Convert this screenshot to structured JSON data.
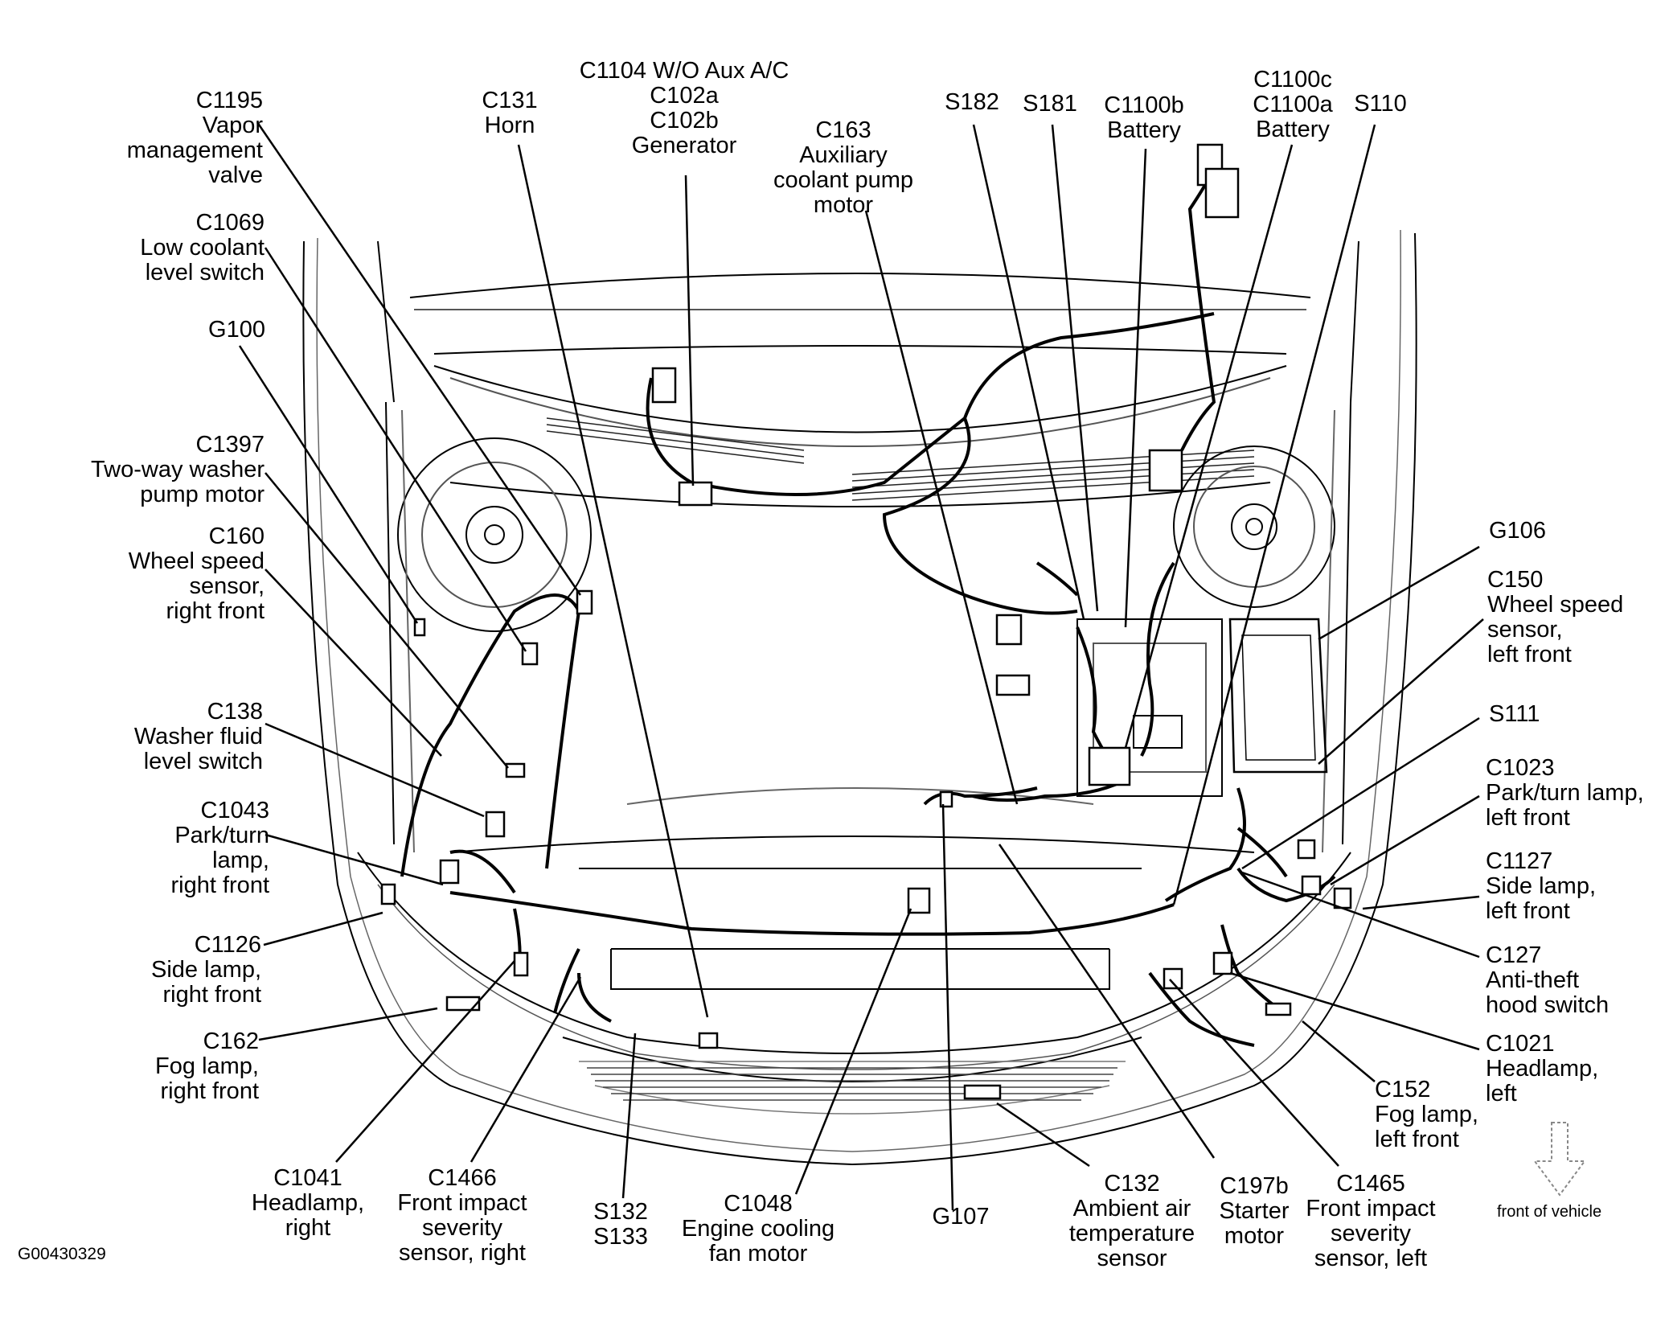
{
  "figure_id": "G00430329",
  "orientation_label": "front of vehicle",
  "labels": {
    "c1195": [
      "C1195",
      "Vapor",
      "management",
      "valve"
    ],
    "c131": [
      "C131",
      "Horn"
    ],
    "c1104": [
      "C1104 W/O Aux A/C",
      "C102a",
      "C102b",
      "Generator"
    ],
    "c163": [
      "C163",
      "Auxiliary",
      "coolant pump",
      "motor"
    ],
    "s182": [
      "S182"
    ],
    "s181": [
      "S181"
    ],
    "c1100b": [
      "C1100b",
      "Battery"
    ],
    "c1100c": [
      "C1100c",
      "C1100a",
      "Battery"
    ],
    "s110": [
      "S110"
    ],
    "c1069": [
      "C1069",
      "Low coolant",
      "level switch"
    ],
    "g100": [
      "G100"
    ],
    "c1397": [
      "C1397",
      "Two-way washer",
      "pump motor"
    ],
    "c160": [
      "C160",
      "Wheel speed",
      "sensor,",
      "right front"
    ],
    "c138": [
      "C138",
      "Washer fluid",
      "level switch"
    ],
    "c1043": [
      "C1043",
      "Park/turn",
      "lamp,",
      "right front"
    ],
    "c1126": [
      "C1126",
      "Side lamp,",
      "right front"
    ],
    "c162": [
      "C162",
      "Fog lamp,",
      "right front"
    ],
    "g106": [
      "G106"
    ],
    "c150": [
      "C150",
      "Wheel speed",
      "sensor,",
      "left front"
    ],
    "s111": [
      "S111"
    ],
    "c1023": [
      "C1023",
      "Park/turn lamp,",
      "left front"
    ],
    "c1127": [
      "C1127",
      "Side lamp,",
      "left front"
    ],
    "c127": [
      "C127",
      "Anti-theft",
      "hood switch"
    ],
    "c1021": [
      "C1021",
      "Headlamp,",
      "left"
    ],
    "c152": [
      "C152",
      "Fog lamp,",
      "left front"
    ],
    "c1041": [
      "C1041",
      "Headlamp,",
      "right"
    ],
    "c1466": [
      "C1466",
      "Front impact",
      "severity",
      "sensor, right"
    ],
    "s132": [
      "S132",
      "S133"
    ],
    "c1048": [
      "C1048",
      "Engine cooling",
      "fan motor"
    ],
    "g107": [
      "G107"
    ],
    "c132": [
      "C132",
      "Ambient air",
      "temperature",
      "sensor"
    ],
    "c197b": [
      "C197b",
      "Starter",
      "motor"
    ],
    "c1465": [
      "C1465",
      "Front impact",
      "severity",
      "sensor, left"
    ]
  }
}
